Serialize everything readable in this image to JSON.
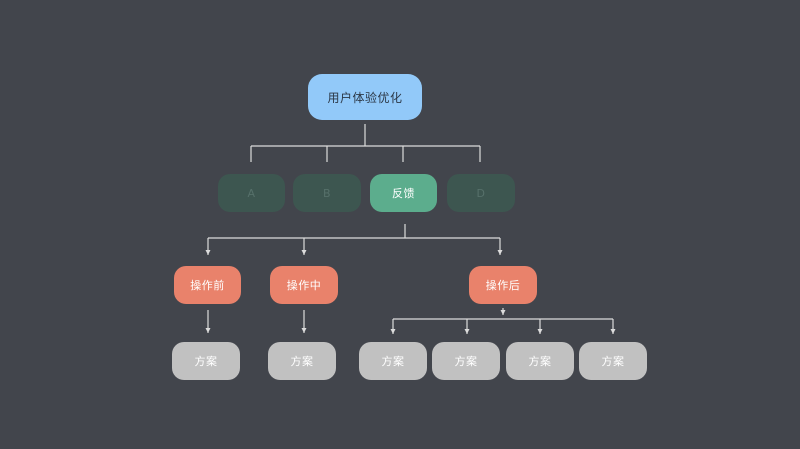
{
  "tree": {
    "label": "用户体验优化",
    "children": [
      {
        "label": "A"
      },
      {
        "label": "B"
      },
      {
        "label": "反馈",
        "children": [
          {
            "label": "操作前",
            "children": [
              {
                "label": "方案"
              }
            ]
          },
          {
            "label": "操作中",
            "children": [
              {
                "label": "方案"
              }
            ]
          },
          {
            "label": "操作后",
            "children": [
              {
                "label": "方案"
              },
              {
                "label": "方案"
              },
              {
                "label": "方案"
              },
              {
                "label": "方案"
              }
            ]
          }
        ]
      },
      {
        "label": "D"
      }
    ]
  },
  "colors": {
    "background": "#42454c",
    "connector": "#dcdcdc",
    "root_fill": "#92c9f9",
    "root_text": "#2c3846",
    "dimmed_fill": "#3d5650",
    "dimmed_text": "#56706a",
    "highlight_fill": "#5cad8d",
    "highlight_text": "#ffffff",
    "stage_fill": "#e9826b",
    "stage_text": "#ffffff",
    "solution_fill": "#c1c1c1",
    "solution_text": "#ffffff"
  }
}
